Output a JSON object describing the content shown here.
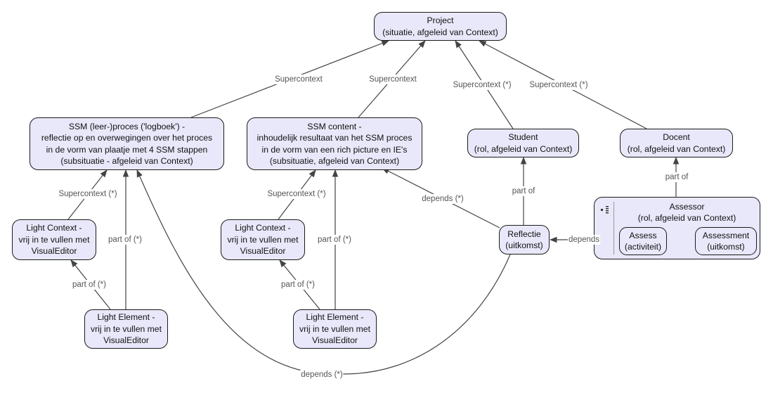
{
  "nodes": {
    "project": {
      "title": "Project",
      "subtitle": "(situatie, afgeleid van Context)"
    },
    "ssm_proces": {
      "lines": [
        "SSM (leer-)proces ('logboek') -",
        "reflectie op en overwegingen over het proces",
        "in de vorm van plaatje met 4 SSM stappen",
        "(subsituatie - afgeleid van Context)"
      ]
    },
    "ssm_content": {
      "lines": [
        "SSM content -",
        "inhoudelijk resultaat van het SSM proces",
        "in de vorm van een rich picture en IE's",
        "(subsituatie, afgeleid van Context)"
      ]
    },
    "student": {
      "title": "Student",
      "subtitle": "(rol, afgeleid van Context)"
    },
    "docent": {
      "title": "Docent",
      "subtitle": "(rol, afgeleid van Context)"
    },
    "light_context_1": {
      "lines": [
        "Light Context -",
        "vrij in te vullen met",
        "VisualEditor"
      ]
    },
    "light_element_1": {
      "lines": [
        "Light Element -",
        "vrij in te vullen met",
        "VisualEditor"
      ]
    },
    "light_context_2": {
      "lines": [
        "Light Context -",
        "vrij in te vullen met",
        "VisualEditor"
      ]
    },
    "light_element_2": {
      "lines": [
        "Light Element -",
        "vrij in te vullen met",
        "VisualEditor"
      ]
    },
    "reflectie": {
      "title": "Reflectie",
      "subtitle": "(uitkomst)"
    },
    "assessor": {
      "title": "Assessor",
      "subtitle": "(rol, afgeleid van Context)",
      "collapse_icon": "list-collapse-icon",
      "assess": {
        "title": "Assess",
        "subtitle": "(activiteit)"
      },
      "assessment": {
        "title": "Assessment",
        "subtitle": "(uitkomst)"
      }
    }
  },
  "edges": {
    "proces_to_project": "Supercontext",
    "content_to_project": "Supercontext",
    "student_to_project": "Supercontext (*)",
    "docent_to_project": "Supercontext (*)",
    "lc1_to_proces": "Supercontext (*)",
    "le1_to_proces": "part of (*)",
    "le1_to_lc1": "part of (*)",
    "lc2_to_content": "Supercontext (*)",
    "le2_to_content": "part of (*)",
    "le2_to_lc2": "part of (*)",
    "reflectie_to_content": "depends (*)",
    "reflectie_to_student": "part of",
    "assessor_to_docent": "part of",
    "assess_to_reflectie": "depends",
    "reflectie_to_proces": "depends (*)"
  },
  "colors": {
    "node_fill": "#e8e8fa",
    "node_border": "#1a1a1a",
    "edge": "#444444",
    "label": "#555555"
  }
}
